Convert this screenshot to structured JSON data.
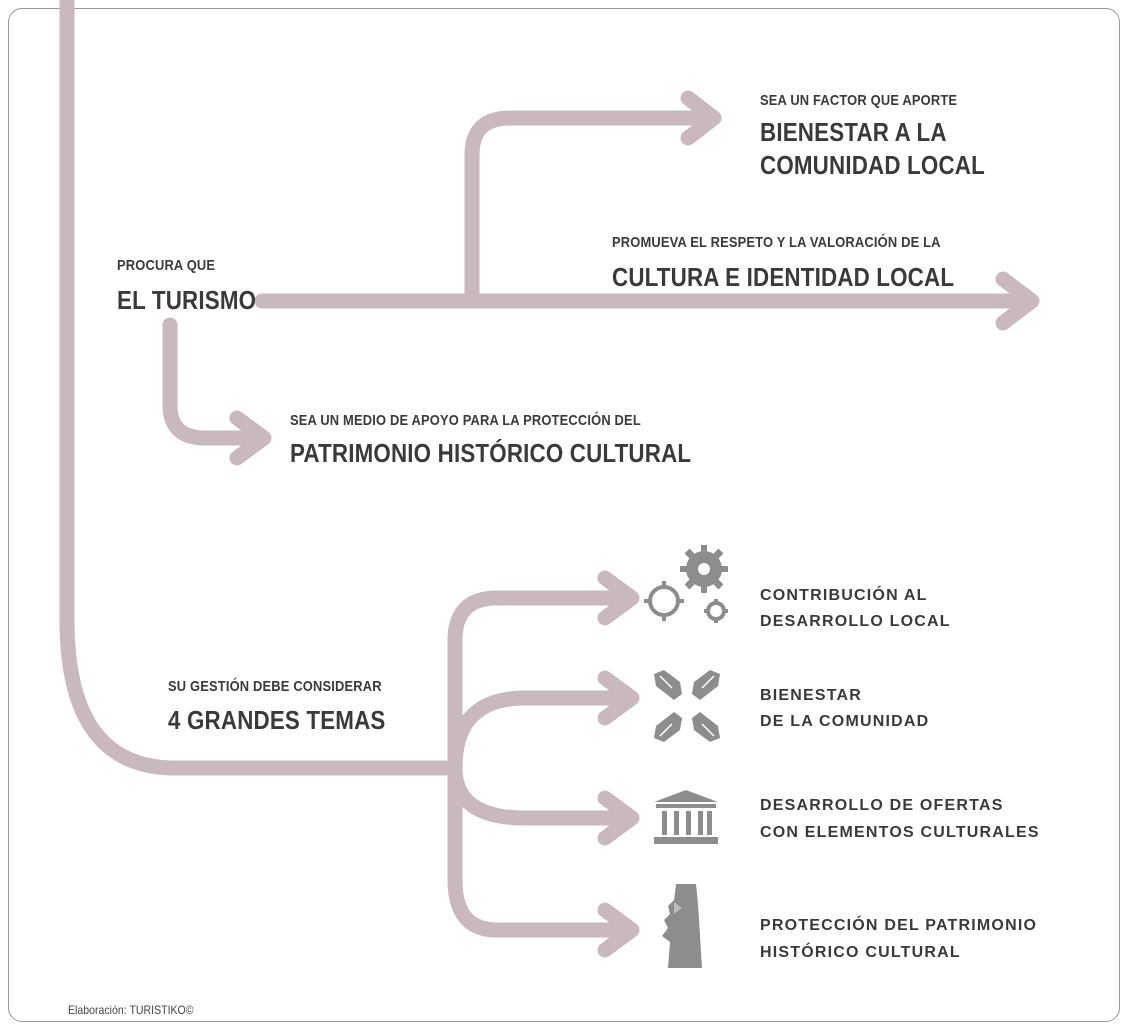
{
  "colors": {
    "flow": "#c9b9bc",
    "icon": "#8d8d8d",
    "text": "#3a3a3a"
  },
  "turismo": {
    "kicker": "PROCURA QUE",
    "title": "EL TURISMO"
  },
  "branches": [
    {
      "kicker": "SEA UN FACTOR QUE APORTE",
      "title_line1": "BIENESTAR A LA",
      "title_line2": "COMUNIDAD LOCAL"
    },
    {
      "kicker": "PROMUEVA EL RESPETO Y LA VALORACIÓN DE LA",
      "title": "CULTURA E IDENTIDAD LOCAL"
    },
    {
      "kicker": "SEA UN MEDIO DE APOYO PARA LA PROTECCIÓN DEL",
      "title": "PATRIMONIO HISTÓRICO CULTURAL"
    }
  ],
  "gestion": {
    "kicker": "SU GESTIÓN DEBE CONSIDERAR",
    "title": "4 GRANDES TEMAS"
  },
  "temas": [
    {
      "icon": "gears-icon",
      "line1": "CONTRIBUCIÓN AL",
      "line2": "DESARROLLO LOCAL"
    },
    {
      "icon": "hands-icon",
      "line1": "BIENESTAR",
      "line2": "DE LA COMUNIDAD"
    },
    {
      "icon": "temple-icon",
      "line1": "DESARROLLO DE OFERTAS",
      "line2": "CON ELEMENTOS CULTURALES"
    },
    {
      "icon": "moai-icon",
      "line1": "PROTECCIÓN DEL PATRIMONIO",
      "line2": "HISTÓRICO CULTURAL"
    }
  ],
  "credit": "Elaboración: TURISTIKO©"
}
